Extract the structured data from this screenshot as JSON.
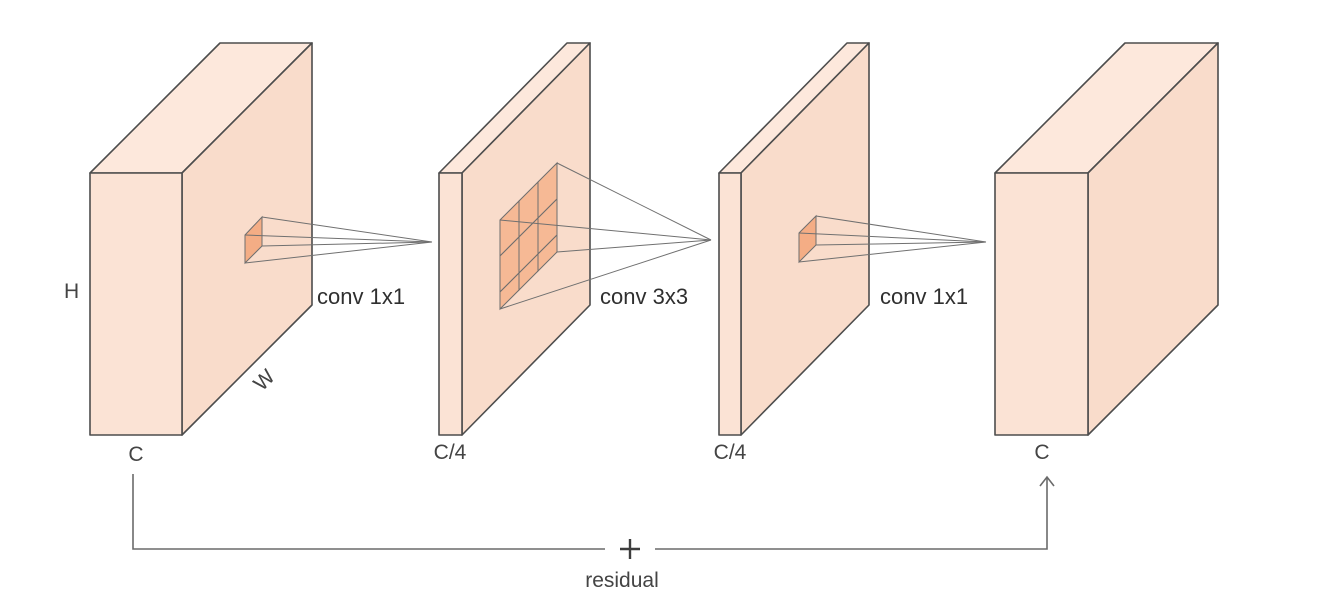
{
  "labels": {
    "height": "H",
    "width": "W",
    "input_channels": "C",
    "conv1_channels": "C/4",
    "conv2_channels": "C/4",
    "output_channels": "C",
    "op1": "conv 1x1",
    "op2": "conv 3x3",
    "op3": "conv 1x1",
    "residual_symbol": "+",
    "residual": "residual"
  },
  "colors": {
    "tensor_fill": "#fbe3d5",
    "kernel_fill": "#f6b995",
    "outline": "#4d4d4d"
  }
}
